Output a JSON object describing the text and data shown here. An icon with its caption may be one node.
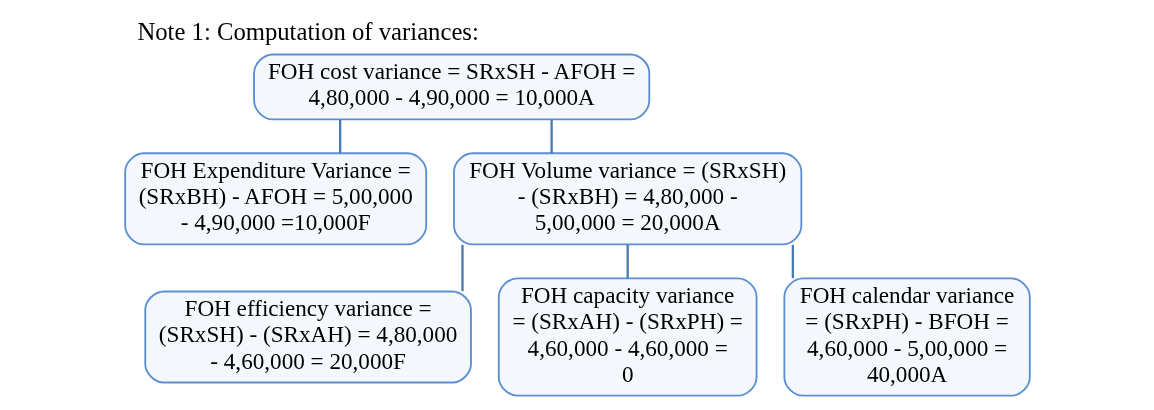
{
  "diagram": {
    "title": "Note 1: Computation of variances:",
    "nodes": [
      {
        "text": [
          "FOH cost variance = SRxSH - AFOH = 4,80,000 - 4,90,000 = 10,000A"
        ]
      },
      {
        "text": [
          "FOH Expenditure Variance = (SRxBH) - AFOH = 5,00,000 - 4,90,000 =10,000F"
        ]
      },
      {
        "text": [
          "FOH Volume variance = (SRxSH) - (SRxBH) = 4,80,000 - 5,00,000 = 20,000A"
        ]
      },
      {
        "text": [
          "FOH efficiency variance = (SRxSH) - (SRxAH) = 4,80,000 - 4,60,000 = 20,000F"
        ]
      },
      {
        "text": [
          "FOH capacity variance = (SRxAH) - (SRxPH) = 4,60,000 - 4,60,000 = 0"
        ]
      },
      {
        "text": [
          "FOH calendar variance = (SRxPH) - BFOH = 4,60,000 - 5,00,000 = 40,000A"
        ]
      }
    ],
    "edges": [
      {
        "from": 0,
        "to": 1,
        "arrow": "none"
      },
      {
        "from": 0,
        "to": 2,
        "arrow": "none"
      },
      {
        "from": 2,
        "to": 3,
        "arrow": "none"
      },
      {
        "from": 2,
        "to": 4,
        "arrow": "none"
      },
      {
        "from": 2,
        "to": 5,
        "arrow": "none"
      }
    ]
  }
}
